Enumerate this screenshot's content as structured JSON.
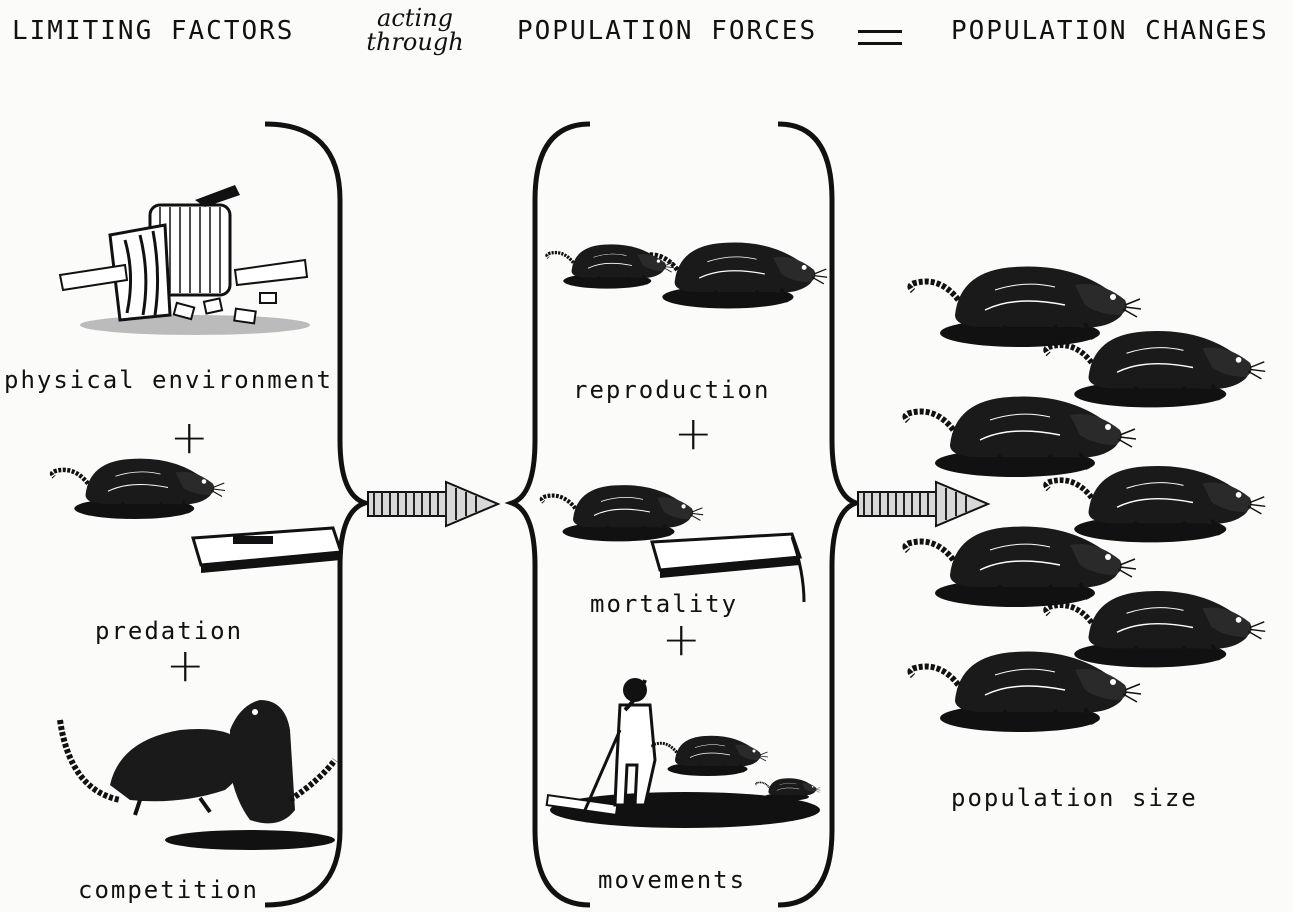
{
  "header": {
    "limiting_factors": "LIMITING FACTORS",
    "acting": "acting",
    "through": "through",
    "population_forces": "POPULATION FORCES",
    "equals": "═",
    "population_changes": "POPULATION CHANGES"
  },
  "limiting": {
    "physical": "physical environment",
    "predation": "predation",
    "competition": "competition"
  },
  "forces": {
    "reproduction": "reproduction",
    "mortality": "mortality",
    "movements": "movements"
  },
  "changes": {
    "size": "population size"
  },
  "plus": "+"
}
